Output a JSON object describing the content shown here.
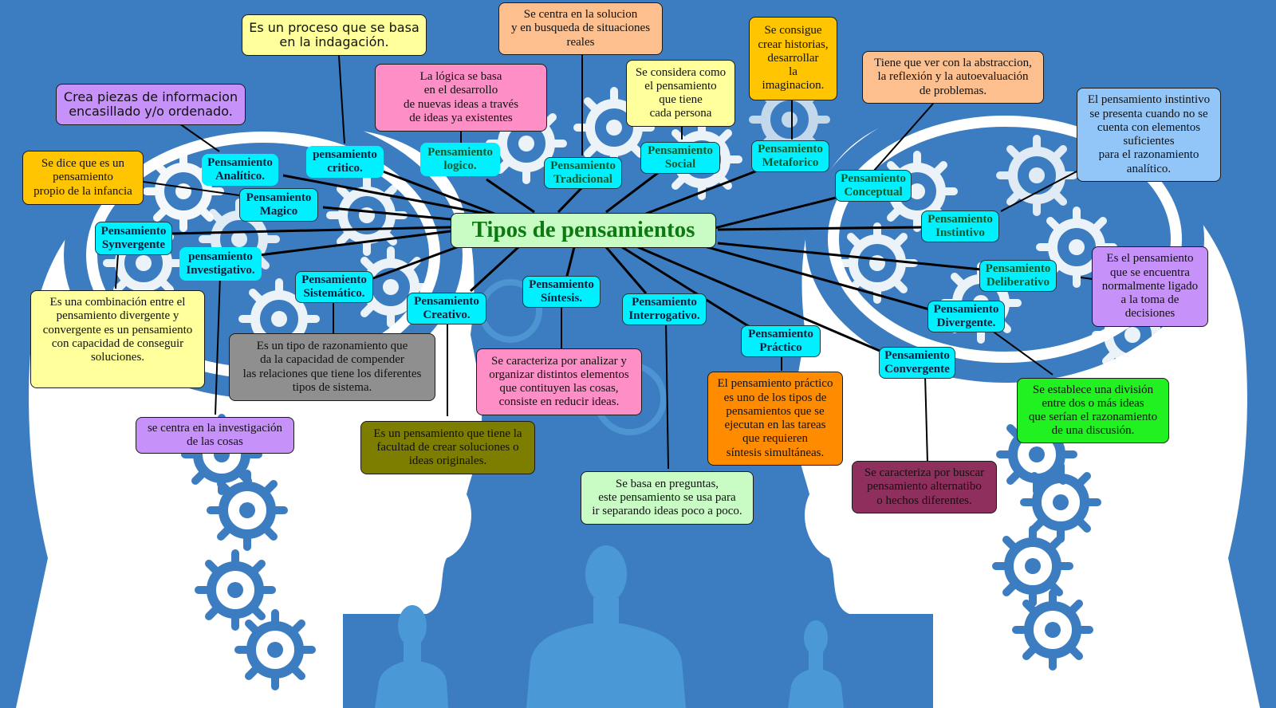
{
  "title": "Tipos de pensamientos",
  "colors": {
    "background": "#3b7dc0",
    "head_fill": "#ffffff",
    "label_fill": "#00f0ff",
    "center_fill": "#c8fcc4",
    "center_text": "#0c7a10",
    "silhouette": "#4a98d6"
  },
  "labels": {
    "analitico": "Pensamiento\nAnalítico.",
    "critico": "pensamiento\ncritico.",
    "logico": "Pensamiento\nlogico.",
    "tradicional": "Pensamiento\nTradicional",
    "social": "Pensamiento\nSocial",
    "metaforico": "Pensamiento\nMetaforico",
    "conceptual": "Pensamiento\nConceptual",
    "instintivo": "Pensamiento\nInstintivo",
    "deliberativo": "Pensamiento\nDeliberativo",
    "divergente": "Pensamiento\nDivergente.",
    "convergente": "Pensamiento\nConvergente",
    "practico": "Pensamiento\nPráctico",
    "interrogativo": "Pensamiento\nInterrogativo.",
    "sintesis": "Pensamiento\nSíntesis.",
    "creativo": "Pensamiento\nCreativo.",
    "sistematico": "Pensamiento\nSistemático.",
    "investigativo": "pensamiento\nInvestigativo.",
    "synvergente": "Pensamiento\nSynvergente",
    "magico": "Pensamiento\nMagico"
  },
  "descriptions": {
    "analitico": "Crea piezas de informacion\nencasillado y/o ordenado.",
    "critico": "Es un proceso que se basa\nen la indagación.",
    "logico": "La lógica se basa\nen el desarrollo\nde nuevas ideas a través\nde ideas ya existentes",
    "tradicional": "Se centra en la solucion\ny en busqueda de situaciones\nreales",
    "social": "Se considera como\nel pensamiento\nque tiene\ncada persona",
    "metaforico": "Se consigue\ncrear historias,\ndesarrollar\nla\nimaginacion.",
    "conceptual": "Tiene que ver con la abstraccion,\nla reflexión y la autoevaluación\nde problemas.",
    "instintivo": "El pensamiento instintivo\nse presenta cuando no se\ncuenta con elementos\nsuficientes\npara el razonamiento\nanalítico.",
    "deliberativo": "Es el pensamiento\nque se encuentra\nnormalmente ligado\na la toma de\ndecisiones",
    "divergente": "Se establece una división\nentre dos o más ideas\nque serían el razonamiento\nde una discusión.",
    "convergente": "Se caracteriza por buscar\npensamiento alternatibo\no hechos diferentes.",
    "practico": "El pensamiento práctico\nes uno de los tipos de\npensamientos que se\nejecutan en las tareas\nque requieren\nsíntesis simultáneas.",
    "interrogativo": "Se basa en preguntas,\neste pensamiento se usa para\nir separando ideas poco a poco.",
    "sintesis": "Se caracteriza por analizar y\norganizar distintos elementos\nque contituyen las cosas,\nconsiste en reducir ideas.",
    "creativo": "Es un pensamiento que tiene la\nfacultad de crear soluciones o\nideas originales.",
    "sistematico": "Es un tipo de razonamiento que\nda la capacidad de compender\nlas relaciones que tiene los diferentes\ntipos de sistema.",
    "investigativo": "se centra en la investigación\nde las cosas",
    "synvergente": "Es una combinación entre el\npensamiento divergente y\nconvergente es un pensamiento\ncon capacidad de conseguir\nsoluciones.",
    "magico": "Se dice que es un\npensamiento\npropio de la infancia"
  }
}
